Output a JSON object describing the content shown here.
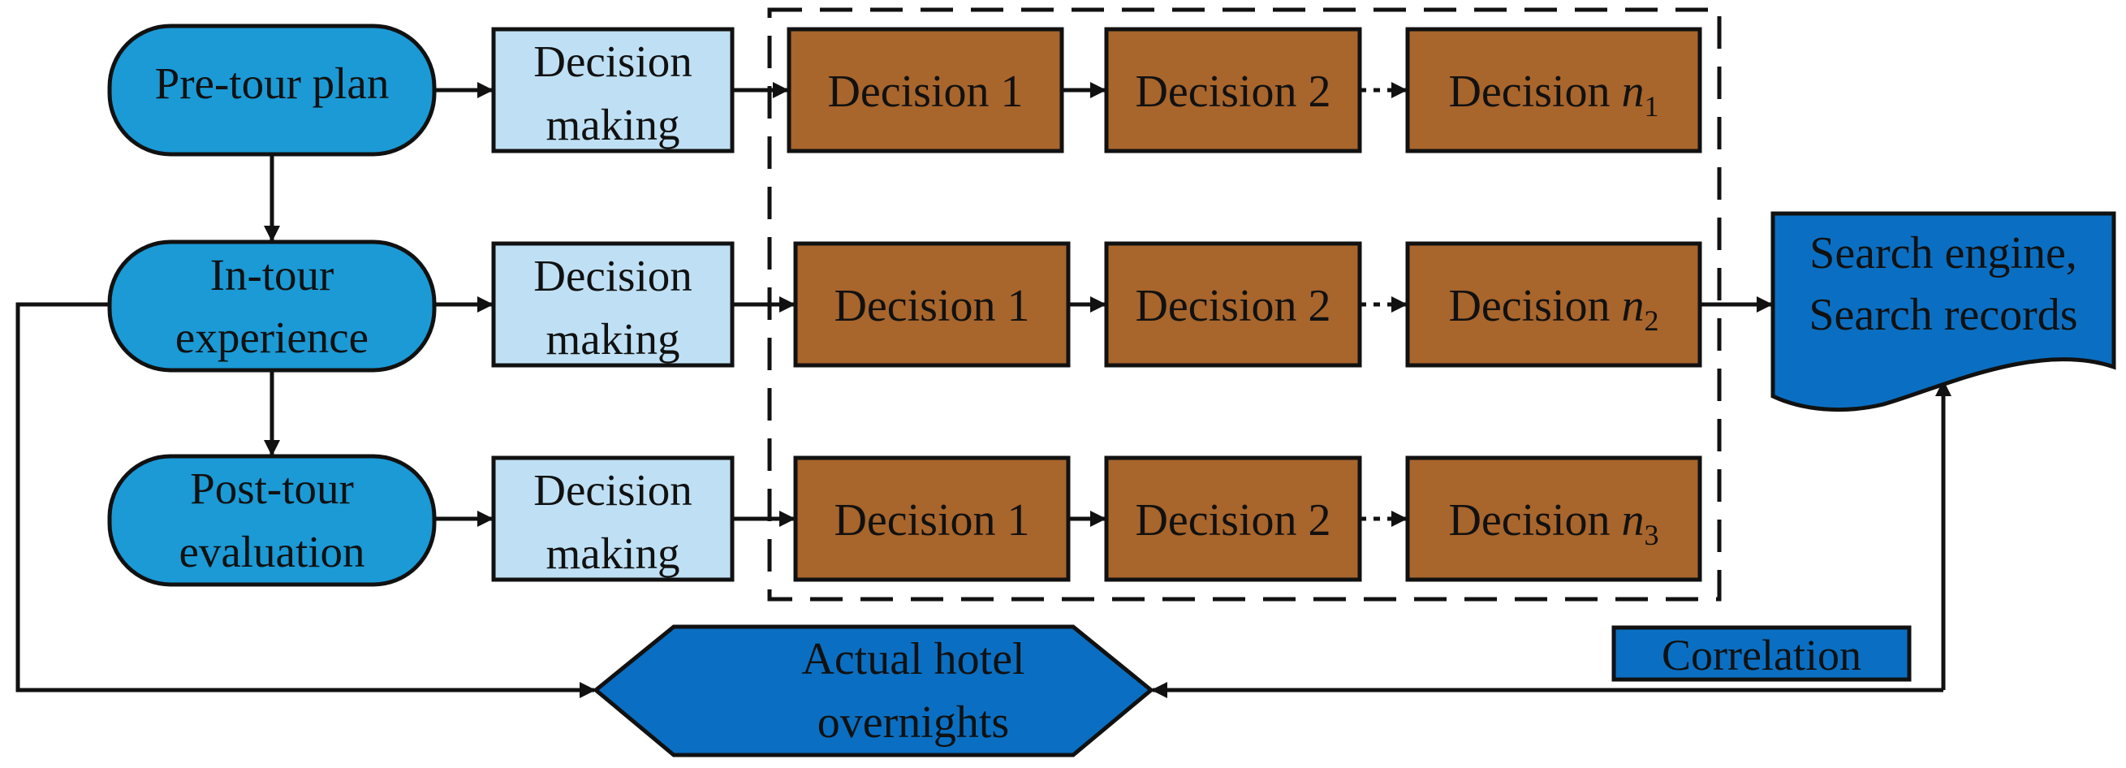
{
  "stages": [
    {
      "lines": [
        "Pre-tour plan"
      ]
    },
    {
      "lines": [
        "In-tour",
        "experience"
      ]
    },
    {
      "lines": [
        "Post-tour",
        "evaluation"
      ]
    }
  ],
  "decision_making": {
    "lines": [
      "Decision",
      "making"
    ]
  },
  "decision_rows": [
    {
      "items": [
        "Decision 1",
        "Decision 2"
      ],
      "last_prefix": "Decision ",
      "last_var": "n",
      "last_sub": "1"
    },
    {
      "items": [
        "Decision 1",
        "Decision 2"
      ],
      "last_prefix": "Decision ",
      "last_var": "n",
      "last_sub": "2"
    },
    {
      "items": [
        "Decision 1",
        "Decision 2"
      ],
      "last_prefix": "Decision ",
      "last_var": "n",
      "last_sub": "3"
    }
  ],
  "search": {
    "lines": [
      "Search engine,",
      "Search records"
    ]
  },
  "outcome": {
    "lines": [
      "Actual hotel",
      "overnights"
    ]
  },
  "correlation": {
    "label": "Correlation"
  },
  "colors": {
    "stage_fill": "#1b9ad6",
    "decision_making_fill": "#bfe0f4",
    "decision_fill": "#a8652c",
    "dark_blue_fill": "#0a6fc2",
    "stroke": "#111111"
  }
}
